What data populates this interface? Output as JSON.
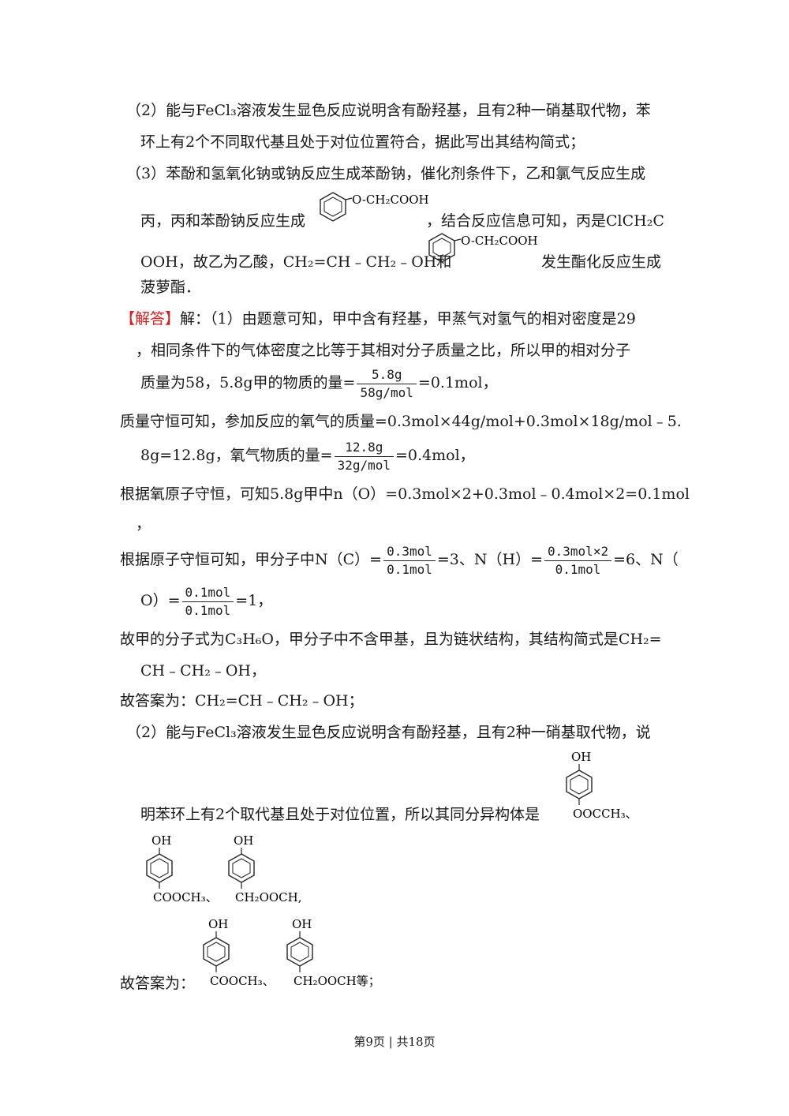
{
  "analysis": {
    "p2_line1": "（2）能与FeCl₃溶液发生显色反应说明含有酚羟基，且有2种一硝基取代物，苯",
    "p2_line2": "环上有2个不同取代基且处于对位位置符合，据此写出其结构简式；",
    "p3_line1": "（3）苯酚和氢氧化钠或钠反应生成苯酚钠，催化剂条件下，乙和氯气反应生成",
    "p3_line2a": "丙，丙和苯酚钠反应生成",
    "p3_line2b": "，结合反应信息可知，丙是ClCH₂C",
    "p3_line3a": "OOH，故乙为乙酸，CH₂=CH﹣CH₂﹣OH和",
    "p3_line3b": "发生酯化反应生成",
    "p3_line4": "菠萝酯．"
  },
  "solution": {
    "tag": "【解答】",
    "l1": "解：（1）由题意可知，甲中含有羟基，甲蒸气对氢气的相对密度是29",
    "l2": "，相同条件下的气体密度之比等于其相对分子质量之比，所以甲的相对分子",
    "l3a": "质量为58，5.8g甲的物质的量=",
    "f1_num": "5.8g",
    "f1_den": "58g/mol",
    "l3b": "=0.1mol，",
    "l4": "质量守恒可知，参加反应的氧气的质量=0.3mol×44g/mol+0.3mol×18g/mol﹣5.",
    "l5a": "8g=12.8g，氧气物质的量=",
    "f2_num": "12.8g",
    "f2_den": "32g/mol",
    "l5b": "=0.4mol，",
    "l6": "根据氧原子守恒，可知5.8g甲中n（O）=0.3mol×2+0.3mol﹣0.4mol×2=0.1mol",
    "l7": "，",
    "l8a": "根据原子守恒可知，甲分子中N（C）=",
    "f3_num": "0.3mol",
    "f3_den": "0.1mol",
    "l8b": "=3、N（H）=",
    "f4_num": "0.3mol×2",
    "f4_den": "0.1mol",
    "l8c": "=6、N（",
    "l9a": "O）=",
    "f5_num": "0.1mol",
    "f5_den": "0.1mol",
    "l9b": "=1，",
    "l10": "故甲的分子式为C₃H₆O，甲分子中不含甲基，且为链状结构，其结构简式是CH₂=",
    "l11": "CH﹣CH₂﹣OH，",
    "l12": "故答案为：CH₂=CH﹣CH₂﹣OH；",
    "l13": "（2）能与FeCl₃溶液发生显色反应说明含有酚羟基，且有2种一硝基取代物，说",
    "l14": "明苯环上有2个取代基且处于对位位置，所以其同分异构体是",
    "l15": "故答案为："
  },
  "structures": {
    "s1_sub": "O-CH₂COOH",
    "s2_sub": "O-CH₂COOH",
    "oh": "OH",
    "iso1": "OOCCH₃、",
    "iso2": "COOCH₃、",
    "iso3": "CH₂OOCH,",
    "ans1": "COOCH₃、",
    "ans2": "CH₂OOCH等；"
  },
  "footer": "第9页 | 共18页"
}
